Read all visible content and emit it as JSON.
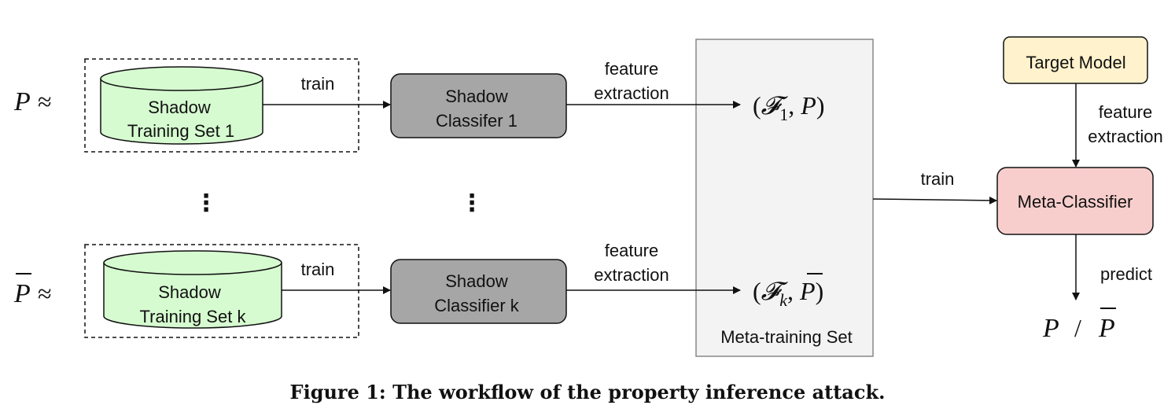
{
  "left_labels": {
    "top": {
      "symbol": "P",
      "relation": "≈"
    },
    "bottom": {
      "symbol": "P",
      "relation": "≈"
    }
  },
  "shadow_sets": {
    "top": {
      "line1": "Shadow",
      "line2": "Training Set 1"
    },
    "bottom": {
      "line1": "Shadow",
      "line2": "Training Set k"
    }
  },
  "shadow_classifiers": {
    "top": {
      "line1": "Shadow",
      "line2": "Classifer 1"
    },
    "bottom": {
      "line1": "Shadow",
      "line2": "Classifier k"
    }
  },
  "edge_labels": {
    "train_top": "train",
    "train_bottom": "train",
    "fe_top_line1": "feature",
    "fe_top_line2": "extraction",
    "fe_bottom_line1": "feature",
    "fe_bottom_line2": "extraction",
    "train_meta": "train",
    "fe_target_line1": "feature",
    "fe_target_line2": "extraction",
    "predict": "predict"
  },
  "ellipsis": "⋮",
  "meta_set": {
    "title": "Meta-training Set",
    "entry_top": {
      "open": "(",
      "F": "𝓕",
      "sub": "1",
      "sep": ", ",
      "P": "P",
      "close": ")"
    },
    "entry_bottom": {
      "open": "(",
      "F": "𝓕",
      "sub": "k",
      "sep": ", ",
      "P": "P",
      "close": ")"
    }
  },
  "target_model": "Target Model",
  "meta_classifier": "Meta-Classifier",
  "output": {
    "left": "P",
    "slash": "/",
    "right": "P"
  },
  "caption": "Figure 1: The workflow of the property inference attack.",
  "colors": {
    "set_fill": "#d6fbd0",
    "classifier_fill": "#a6a6a6",
    "meta_set_fill": "#f3f3f3",
    "target_fill": "#fff2cc",
    "meta_classifier_fill": "#f8cecc"
  }
}
